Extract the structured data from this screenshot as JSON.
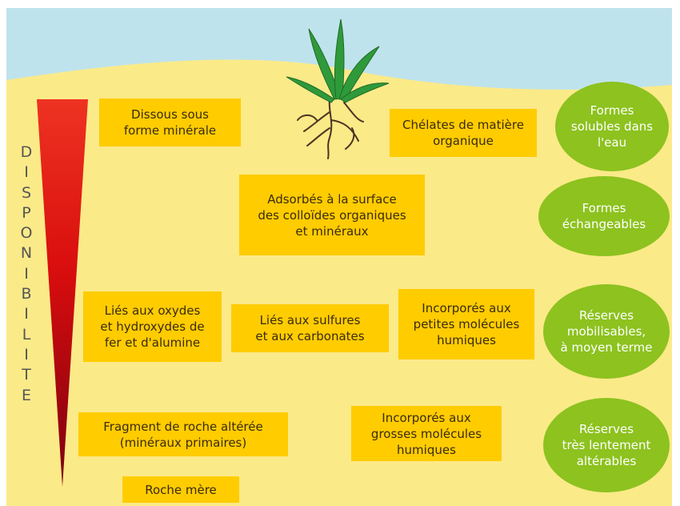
{
  "axis_label": "DISPONIBILITE",
  "boxes": [
    {
      "id": "dissous",
      "text": "Dissous sous\nforme minérale"
    },
    {
      "id": "chelates",
      "text": "Chélates de matière\norganique"
    },
    {
      "id": "adsorbes",
      "text": "Adsorbés à la surface\ndes colloïdes organiques\net minéraux"
    },
    {
      "id": "oxydes",
      "text": "Liés aux oxydes\net hydroxydes de\nfer et d'alumine"
    },
    {
      "id": "sulfures",
      "text": "Liés aux sulfures\net aux carbonates"
    },
    {
      "id": "petites",
      "text": "Incorporés aux\npetites molécules\nhumiques"
    },
    {
      "id": "fragment",
      "text": "Fragment de roche altérée\n(minéraux primaires)"
    },
    {
      "id": "grosses",
      "text": "Incorporés aux\ngrosses molécules\nhumiques"
    },
    {
      "id": "roche",
      "text": "Roche mère"
    }
  ],
  "ovals": [
    {
      "id": "solubles",
      "text": "Formes\nsolubles dans\nl'eau"
    },
    {
      "id": "echangeables",
      "text": "Formes\néchangeables"
    },
    {
      "id": "mobilisables",
      "text": "Réserves\nmobilisables,\nà moyen terme"
    },
    {
      "id": "lentement",
      "text": "Réserves\ntrès lentement\naltérables"
    }
  ],
  "colors": {
    "sky": "#bfe3ec",
    "soil": "#fbea88",
    "box": "#ffcc00",
    "oval": "#8dc21f",
    "triangle_top": "#ee3322",
    "triangle_bottom": "#7a0010",
    "plant": "#2f9a3a",
    "roots": "#4a3420"
  }
}
